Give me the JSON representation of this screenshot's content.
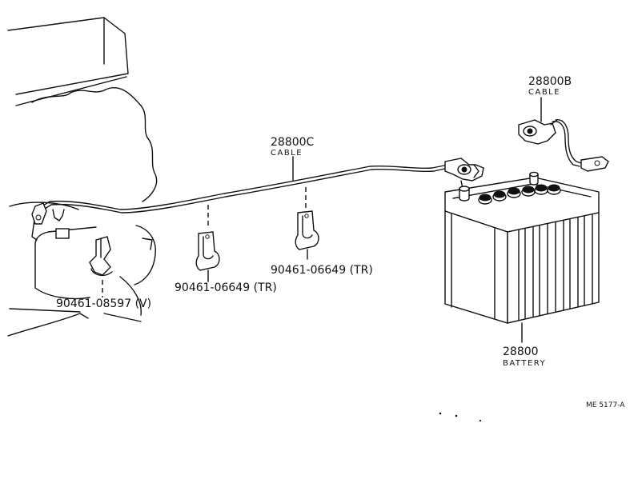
{
  "labels": {
    "cable_c_part": "28800C",
    "cable_c_name": "CABLE",
    "cable_b_part": "28800B",
    "cable_b_name": "CABLE",
    "battery_part": "28800",
    "battery_name": "BATTERY",
    "clamp_v": "90461-08597 (V)",
    "clamp_tr_left": "90461-06649 (TR)",
    "clamp_tr_right": "90461-06649 (TR)",
    "diagram_code": "ME 5177-A"
  }
}
